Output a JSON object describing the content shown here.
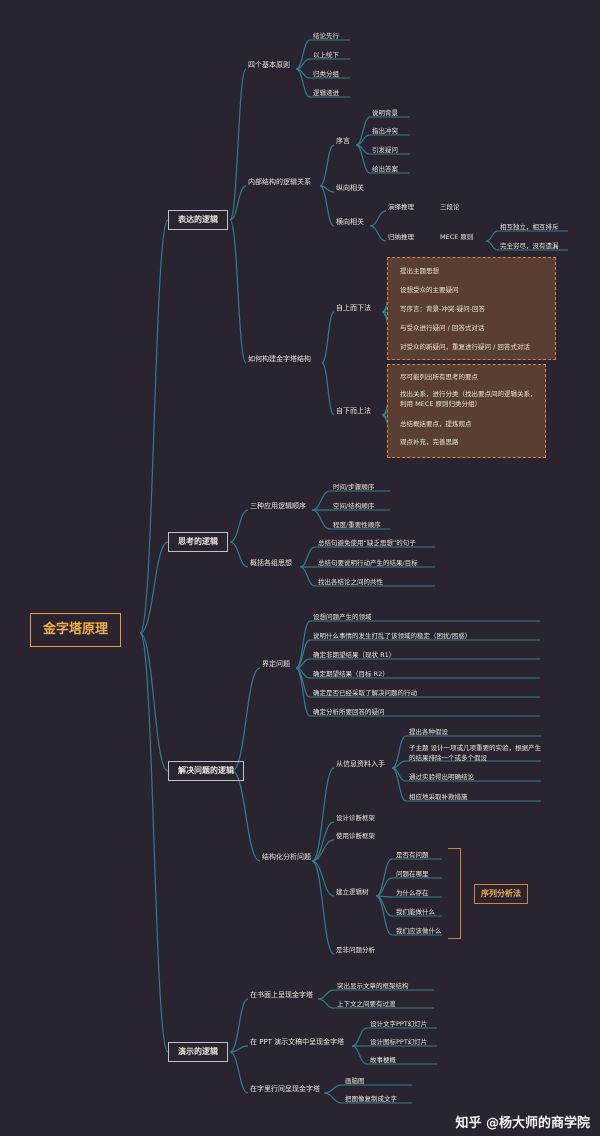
{
  "root": "金字塔原理",
  "badge": "序列分析法",
  "watermark": "知乎 @杨大师的商学院",
  "colors": {
    "line": "#2e7e8e",
    "accent": "#d9803a",
    "box_fill": "#5a3e33",
    "background": "#2a2430"
  },
  "sections": [
    {
      "label": "表达的逻辑",
      "children": [
        {
          "label": "四个基本原则",
          "items": [
            "结论先行",
            "以上统下",
            "归类分组",
            "逻辑递进"
          ]
        },
        {
          "label": "内部结构的逻辑关系",
          "preface": {
            "label": "序言",
            "items": [
              "说明背景",
              "指出冲突",
              "引发疑问",
              "给出答案"
            ]
          },
          "vertical": "纵向相关",
          "horizontal": {
            "label": "横向相关",
            "deduction": {
              "label": "演绎推理",
              "note": "三段论"
            },
            "induction": {
              "label": "归纳推理",
              "note": "MECE 原则",
              "items": [
                "相互独立，相互排斥",
                "完全穷尽，没有遗漏"
              ]
            }
          }
        },
        {
          "label": "如何构建金字塔结构",
          "top_down": {
            "label": "自上而下法",
            "items": [
              "提出主题思想",
              "设想受众的主要疑问",
              "写序言：背景-冲突-疑问-回答",
              "与受众进行疑问 / 回答式对话",
              "对受众的新疑问，重复进行疑问 / 回答式对话"
            ]
          },
          "bottom_up": {
            "label": "自下而上法",
            "items": [
              "尽可能列出所有思考的要点",
              "找出关系，进行分类（找出要点间的逻辑关系，利用 MECE 原则归类分组）",
              "总结概括要点，提炼观点",
              "观点补充，完善思路"
            ]
          }
        }
      ]
    },
    {
      "label": "思考的逻辑",
      "children": [
        {
          "label": "三种应用逻辑顺序",
          "items": [
            "时间/步骤顺序",
            "空间/结构顺序",
            "程度/重要性顺序"
          ]
        },
        {
          "label": "概括各组思想",
          "items": [
            "总结句避免使用“缺乏思想”的句子",
            "总结句要说明行动产生的结果/目标",
            "找出各结论之间的共性"
          ]
        }
      ]
    },
    {
      "label": "解决问题的逻辑",
      "children": [
        {
          "label": "界定问题",
          "items": [
            "设想问题产生的领域",
            "说明什么事情的发生打乱了该领域的稳定（困扰/困惑）",
            "确定非期望结果（现状 R1）",
            "确定期望结果（目标 R2）",
            "确定是否已经采取了解决问题的行动",
            "确定分析所要回答的疑问"
          ]
        },
        {
          "label": "结构化分析问题",
          "from_info": {
            "label": "从信息资料入手",
            "items": [
              "提出各种假设",
              "子主题 设计一项或几项重要的实验，根据产生的结果排除一个或多个假设",
              "通过实验得出明确结论",
              "相应地采取补救措施"
            ]
          },
          "design": "设计诊断框架",
          "use": "使用诊断框架",
          "tree": {
            "label": "建立逻辑树",
            "items": [
              "是否有问题",
              "问题在哪里",
              "为什么存在",
              "我们能做什么",
              "我们应该做什么"
            ]
          },
          "yesno": "是非问题分析"
        }
      ]
    },
    {
      "label": "演示的逻辑",
      "children": [
        {
          "label": "在书面上呈现金字塔",
          "items": [
            "突出显示文章的框架结构",
            "上下文之间要有过渡"
          ]
        },
        {
          "label": "在 PPT 演示文稿中呈现金字塔",
          "items": [
            "设计文字PPT幻灯片",
            "设计图标PPT幻灯片",
            "故事梗概"
          ]
        },
        {
          "label": "在字里行间呈现金字塔",
          "items": [
            "画脑图",
            "把图像复制成文字"
          ]
        }
      ]
    }
  ]
}
